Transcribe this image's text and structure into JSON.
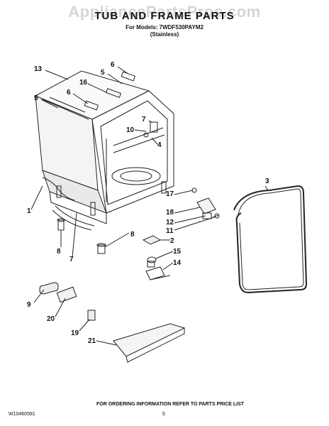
{
  "watermark": "AppliancePartsPros.com",
  "header": {
    "title": "TUB AND FRAME PARTS",
    "models": "For Models: 7WDF530PAYM2",
    "finish": "(Stainless)"
  },
  "callouts": [
    {
      "id": "c13",
      "label": "13"
    },
    {
      "id": "c6a",
      "label": "6"
    },
    {
      "id": "c5a",
      "label": "5"
    },
    {
      "id": "c16",
      "label": "16"
    },
    {
      "id": "c6b",
      "label": "6"
    },
    {
      "id": "c5b",
      "label": "5"
    },
    {
      "id": "c10",
      "label": "10"
    },
    {
      "id": "c7a",
      "label": "7"
    },
    {
      "id": "c4",
      "label": "4"
    },
    {
      "id": "c3",
      "label": "3"
    },
    {
      "id": "c1",
      "label": "1"
    },
    {
      "id": "c17",
      "label": "17"
    },
    {
      "id": "c18",
      "label": "18"
    },
    {
      "id": "c12",
      "label": "12"
    },
    {
      "id": "c11",
      "label": "11"
    },
    {
      "id": "c8a",
      "label": "8"
    },
    {
      "id": "c8b",
      "label": "8"
    },
    {
      "id": "c7b",
      "label": "7"
    },
    {
      "id": "c2",
      "label": "2"
    },
    {
      "id": "c15",
      "label": "15"
    },
    {
      "id": "c14",
      "label": "14"
    },
    {
      "id": "c9",
      "label": "9"
    },
    {
      "id": "c20",
      "label": "20"
    },
    {
      "id": "c19",
      "label": "19"
    },
    {
      "id": "c21",
      "label": "21"
    }
  ],
  "footer": {
    "note": "FOR ORDERING INFORMATION REFER TO PARTS PRICE LIST",
    "doc_number": "W10460581",
    "page": "5"
  }
}
